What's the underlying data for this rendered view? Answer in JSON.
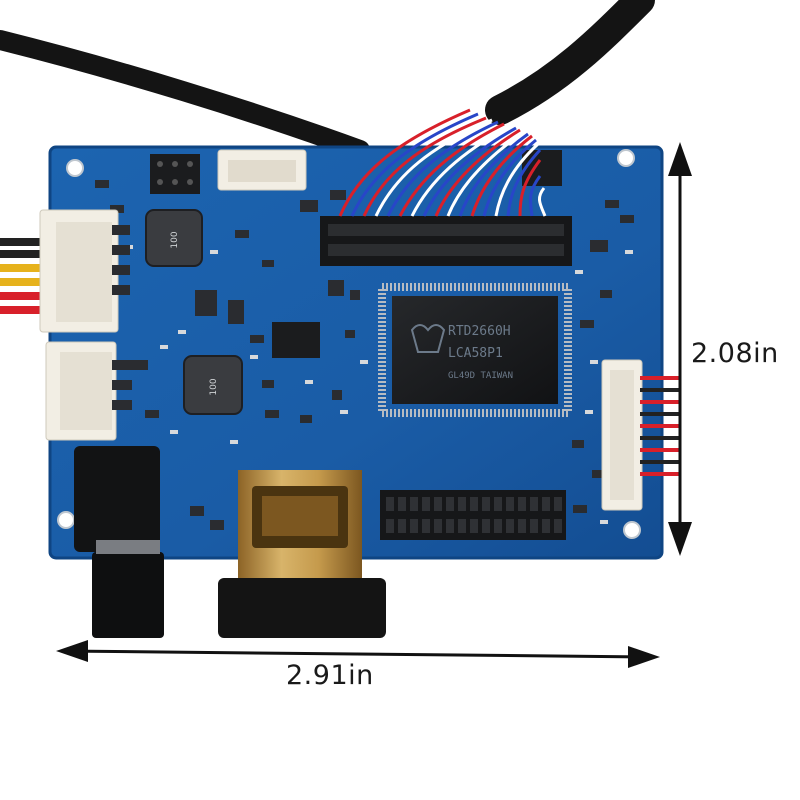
{
  "dimensions": {
    "width_label": "2.91in",
    "height_label": "2.08in"
  },
  "chip": {
    "line1": "RTD2660H",
    "line2": "LCA58P1",
    "line3": "GL49D TAIWAN"
  },
  "inductors": {
    "top_label": "100",
    "bottom_label": "100"
  },
  "colors": {
    "pcb": "#1a5fa8",
    "pcb_edge": "#0f4583",
    "connector": "#f2eee4",
    "cable": "#141414",
    "wire_red": "#d8202a",
    "wire_blue": "#2846c8",
    "hdmi_gold": "#b58a3c"
  }
}
